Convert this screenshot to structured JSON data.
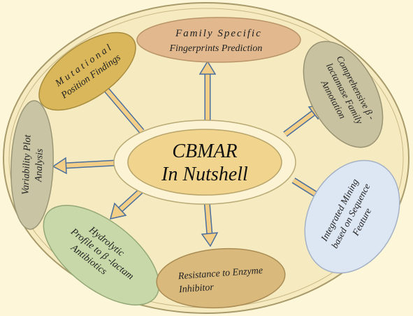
{
  "center": {
    "line1": "CBMAR",
    "line2": "In Nutshell"
  },
  "nodes": {
    "family_specific": {
      "line1": "Family  Specific",
      "line2": "Fingerprints Prediction",
      "color": "#e2b98e"
    },
    "mutational": {
      "line1": "M u t a t i o n a l",
      "line2": "Position Findings",
      "color": "#d9b75a"
    },
    "comprehensive": {
      "line1": "Comprehensive β -",
      "line2": "lactamase Family",
      "line3": "Annotation",
      "color": "#c9c2a0"
    },
    "variability": {
      "line1": "Variability  Plot",
      "line2": "Analysis",
      "color": "#c8c4a4"
    },
    "integrated": {
      "line1": "Integrated Mining",
      "line2": "based on Sequence",
      "line3": "Feature",
      "color": "#dde6f3"
    },
    "hydrolytic": {
      "line1": "Hydrolytic",
      "line2": "Profile to β -lactam",
      "line3": "Antibiotics",
      "color": "#c8d8a8"
    },
    "resistance": {
      "line1": "Resistance to Enzyme",
      "line2": "Inhibitor",
      "color": "#d9b97c"
    }
  },
  "colors": {
    "background": "#fdf6d9",
    "outer_ring_fill": "#f6ebc0",
    "outer_ring_stroke": "#a89a6a",
    "center_fill": "#f1d58e",
    "arrow_fill": "#f2ce86",
    "arrow_stroke": "#4a6e9e"
  }
}
